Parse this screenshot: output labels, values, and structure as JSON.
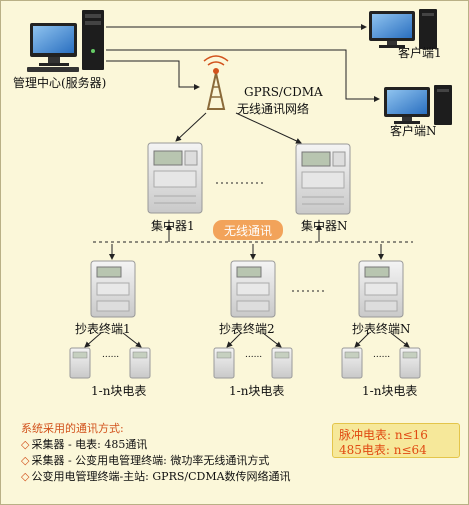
{
  "nodes": {
    "management_center": "管理中心(服务器)",
    "client_1": "客户端1",
    "client_n": "客户端N",
    "network": {
      "line1": "GPRS/CDMA",
      "line2": "无线通讯网络"
    },
    "concentrator_1": "集中器1",
    "concentrator_n": "集中器N",
    "wireless_comm": "无线通讯",
    "terminal_1": "抄表终端1",
    "terminal_2": "抄表终端2",
    "terminal_n": "抄表终端N",
    "meters_label": "1-n块电表",
    "ellipsis": "......"
  },
  "legend": {
    "title": "系统采用的通讯方式:",
    "items": [
      "采集器 - 电表: 485通讯",
      "采集器 - 公变用电管理终端: 微功率无线通讯方式",
      "公变用电管理终端-主站: GPRS/CDMA数传网络通讯"
    ],
    "bullet": "◇"
  },
  "capacity": {
    "pulse": "脉冲电表: n≤16",
    "rs485": "485电表: n≤64"
  },
  "colors": {
    "background": "#fbf7d9",
    "accent": "#d2521c",
    "wireless_tag": "#f2a35a",
    "badge_fill": "#f6e89a"
  },
  "icons": [
    "server-computer-icon",
    "client-computer-icon",
    "antenna-tower-icon",
    "concentrator-device-icon",
    "meter-terminal-icon",
    "electric-meter-icon"
  ]
}
